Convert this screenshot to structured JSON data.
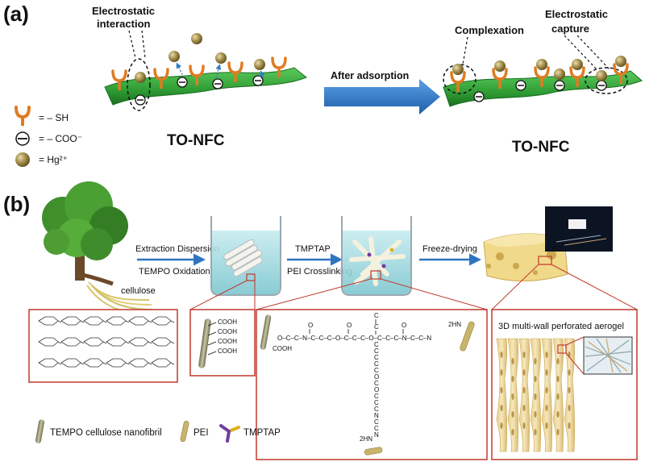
{
  "panel_a": {
    "label": "(a)",
    "electrostatic_interaction": [
      "Electrostatic",
      "interaction"
    ],
    "complexation": "Complexation",
    "electrostatic_capture": [
      "Electrostatic",
      "capture"
    ],
    "after_adsorption": "After adsorption",
    "to_nfc_left": "TO-NFC",
    "to_nfc_right": "TO-NFC",
    "legend": [
      {
        "text": "= – SH",
        "icon": "thiol-icon"
      },
      {
        "text": "= – COO⁻",
        "icon": "carboxylate-icon"
      },
      {
        "text": "= Hg²⁺",
        "icon": "mercury-ion-icon"
      }
    ]
  },
  "panel_b": {
    "label": "(b)",
    "step1": [
      "Extraction Dispersion",
      "TEMPO Oxidation"
    ],
    "step2": [
      "TMPTAP",
      "PEI Crosslinking"
    ],
    "step3": "Freeze-drying",
    "cellulose": "cellulose",
    "cooh_labels": [
      "COOH",
      "COOH",
      "COOH",
      "COOH"
    ],
    "aerogel_title": "3D multi-wall  perforated aerogel",
    "legend": [
      {
        "text": "TEMPO cellulose nanofibril",
        "icon": "nanofibril-icon"
      },
      {
        "text": "PEI",
        "icon": "pei-icon"
      },
      {
        "text": "TMPTAP",
        "icon": "tmptap-icon"
      }
    ],
    "chem": {
      "cooh": "COOH",
      "chain_top": "O–C–C–N–C–C–C–O–C–C–C–O–C–C–C–N–C–C–N",
      "hn_top": "2HN",
      "hn_bottom": "2HN"
    }
  },
  "colors": {
    "fiber_green": "#3cae3e",
    "fiber_dark": "#1f7a25",
    "thiol_orange": "#e07b22",
    "hg_gold": "#a08a45",
    "arrow_blue": "#2f74c0",
    "box_red": "#c0392b",
    "beaker_water": "#9fd6dc"
  }
}
